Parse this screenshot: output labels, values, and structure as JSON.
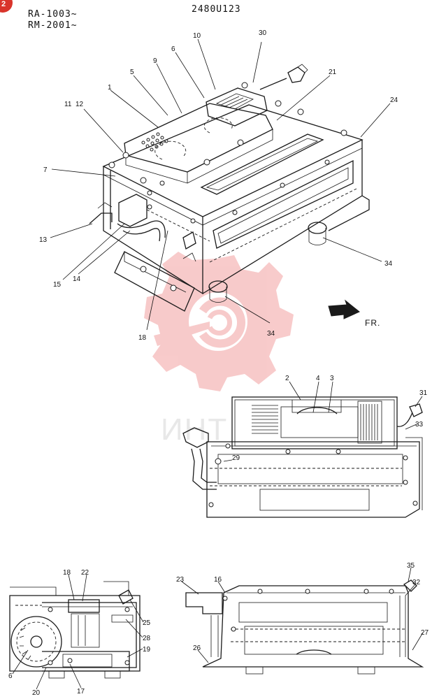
{
  "page_badge": "2",
  "header": {
    "model_lines": [
      "RA-1003~",
      "RM-2001~"
    ],
    "drawing_number": "2480U123"
  },
  "direction_label": "FR.",
  "watermark": {
    "text": "ИНТ",
    "color": "#f2a0a0"
  },
  "accent_color": "#d9342b",
  "callouts": {
    "top_view": [
      "10",
      "30",
      "6",
      "9",
      "5",
      "21",
      "1",
      "11",
      "12",
      "24",
      "7",
      "13",
      "15",
      "14",
      "18",
      "34",
      "34"
    ],
    "side_view": [
      "2",
      "4",
      "3",
      "31",
      "33",
      "29"
    ],
    "end_view": [
      "18",
      "22",
      "25",
      "28",
      "19",
      "6",
      "20",
      "17"
    ],
    "rear_view": [
      "23",
      "16",
      "35",
      "32",
      "27",
      "26"
    ]
  }
}
